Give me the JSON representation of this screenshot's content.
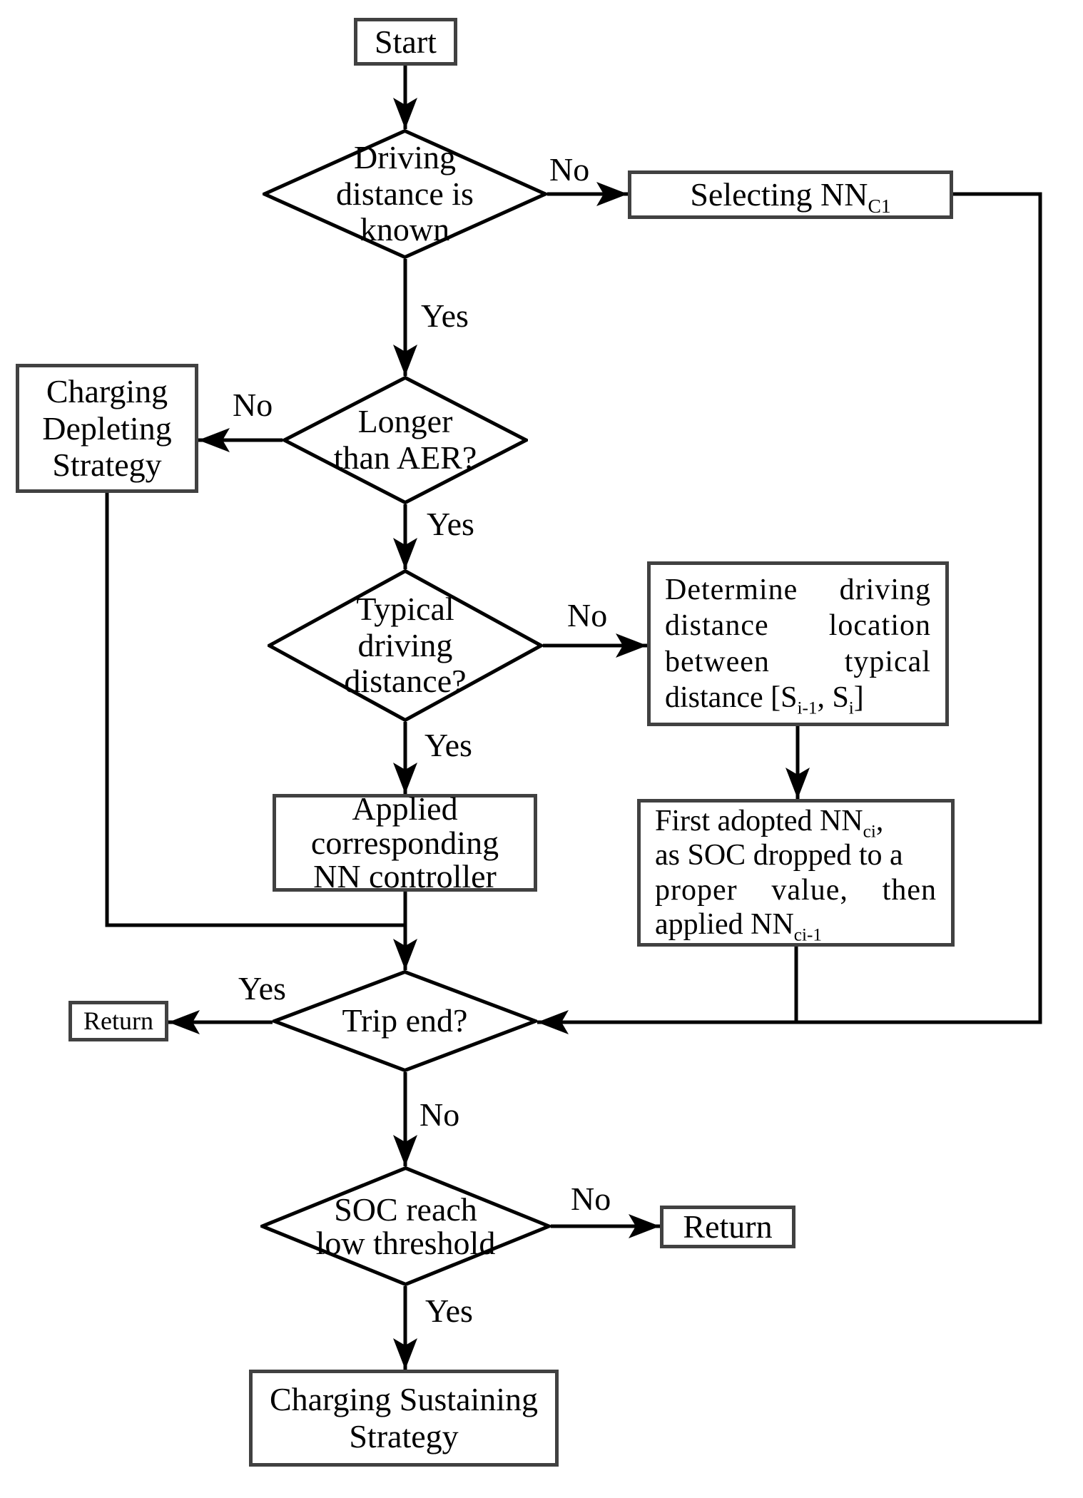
{
  "labels": {
    "yes": "Yes",
    "no": "No"
  },
  "nodes": {
    "start": {
      "label": "Start"
    },
    "driving_known": {
      "line1": "Driving",
      "line2": "distance is",
      "line3": "known"
    },
    "selecting": {
      "text": "Selecting NN",
      "sub": "C1"
    },
    "longer_aer": {
      "line1": "Longer",
      "line2": "than AER?"
    },
    "charge_deplete": {
      "line1": "Charging",
      "line2": "Depleting",
      "line3": "Strategy"
    },
    "typical": {
      "line1": "Typical",
      "line2": "driving",
      "line3": "distance?"
    },
    "determine": {
      "line1": "Determine driving",
      "line2": "distance location",
      "line3": "between typical",
      "line4_pre": "distance [S",
      "line4_sub1": "i-1",
      "line4_mid": ", S",
      "line4_sub2": "i",
      "line4_post": "]"
    },
    "applied": {
      "line1": "Applied",
      "line2": "corresponding",
      "line3": "NN controller"
    },
    "first_adopted": {
      "line1_pre": "First adopted NN",
      "line1_sub": "ci",
      "line1_post": ",",
      "line2": "as SOC dropped to a",
      "line3": "proper value, then",
      "line4_pre": "applied NN",
      "line4_sub": "ci-1"
    },
    "trip_end": {
      "label": "Trip end?"
    },
    "return_left": {
      "label": "Return"
    },
    "soc": {
      "line1": "SOC reach",
      "line2": "low threshold"
    },
    "return_right": {
      "label": "Return"
    },
    "charge_sustain": {
      "line1": "Charging Sustaining",
      "line2": "Strategy"
    }
  },
  "colors": {
    "line": "#000000",
    "box_border": "#414141",
    "text": "#000000",
    "background": "#ffffff"
  }
}
